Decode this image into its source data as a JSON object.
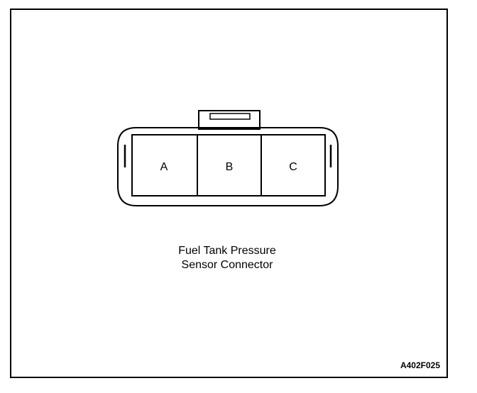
{
  "connector": {
    "pins": [
      {
        "label": "A"
      },
      {
        "label": "B"
      },
      {
        "label": "C"
      }
    ]
  },
  "caption": {
    "line1": "Fuel Tank Pressure",
    "line2": "Sensor Connector"
  },
  "figure_ref": "A402F025"
}
